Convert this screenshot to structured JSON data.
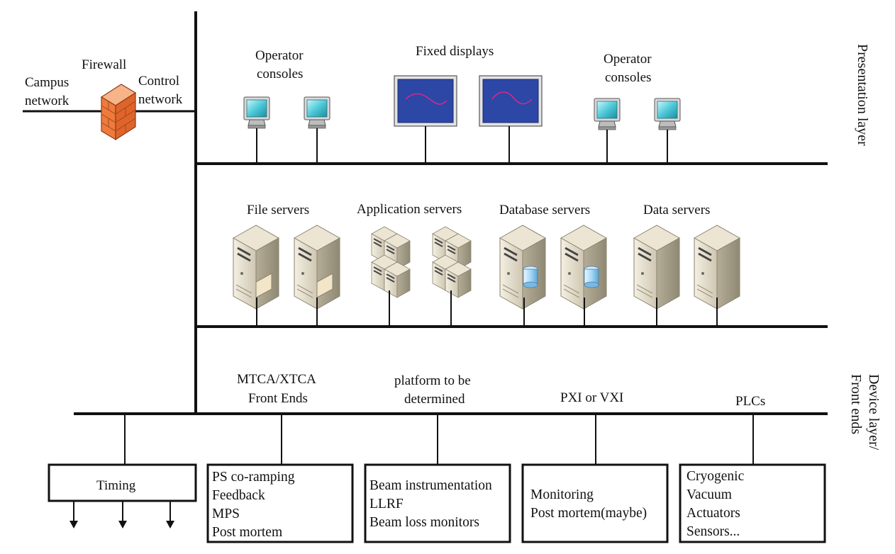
{
  "network": {
    "campus_line1": "Campus",
    "campus_line2": "network",
    "firewall": "Firewall",
    "control_line1": "Control",
    "control_line2": "network"
  },
  "layers": {
    "presentation": "Presentation layer",
    "device_line1": "Device layer/",
    "device_line2": "Front ends"
  },
  "presentation": {
    "operator_left_line1": "Operator",
    "operator_left_line2": "consoles",
    "fixed_displays": "Fixed displays",
    "operator_right_line1": "Operator",
    "operator_right_line2": "consoles"
  },
  "servers": {
    "file": "File servers",
    "application": "Application servers",
    "database": "Database servers",
    "data": "Data servers"
  },
  "front_ends": {
    "mtca_line1": "MTCA/XTCA",
    "mtca_line2": "Front Ends",
    "platform_line1": "platform to be",
    "platform_line2": "determined",
    "pxi": "PXI or VXI",
    "plcs": "PLCs"
  },
  "boxes": {
    "timing": "Timing",
    "mtca_items": [
      "PS co-ramping",
      "Feedback",
      "MPS",
      "Post mortem"
    ],
    "platform_items": [
      "Beam instrumentation",
      "LLRF",
      "Beam loss monitors"
    ],
    "pxi_items": [
      "Monitoring",
      "Post mortem(maybe)"
    ],
    "plc_items": [
      "Cryogenic",
      "Vacuum",
      "Actuators",
      "Sensors..."
    ]
  }
}
